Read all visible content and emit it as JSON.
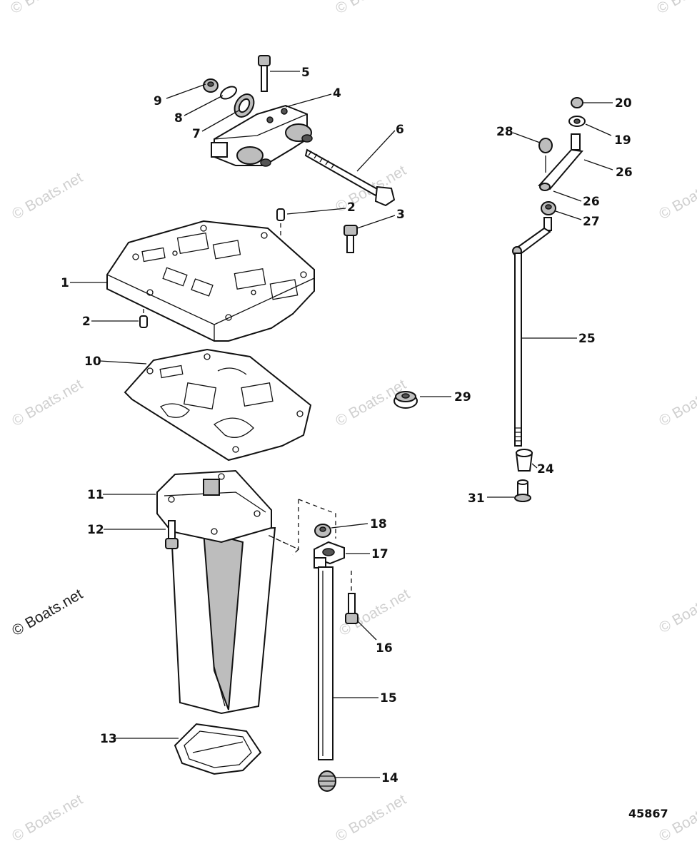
{
  "watermark": {
    "text": "© Boats.net"
  },
  "figure_number": "45867",
  "callouts": {
    "c1": "1",
    "c2a": "2",
    "c2b": "2",
    "c3": "3",
    "c4": "4",
    "c5": "5",
    "c6": "6",
    "c7": "7",
    "c8": "8",
    "c9": "9",
    "c10": "10",
    "c11": "11",
    "c12": "12",
    "c13": "13",
    "c14": "14",
    "c15": "15",
    "c16": "16",
    "c17": "17",
    "c18": "18",
    "c19": "19",
    "c20": "20",
    "c24": "24",
    "c25": "25",
    "c26a": "26",
    "c26b": "26",
    "c27": "27",
    "c28": "28",
    "c29": "29",
    "c31": "31"
  }
}
